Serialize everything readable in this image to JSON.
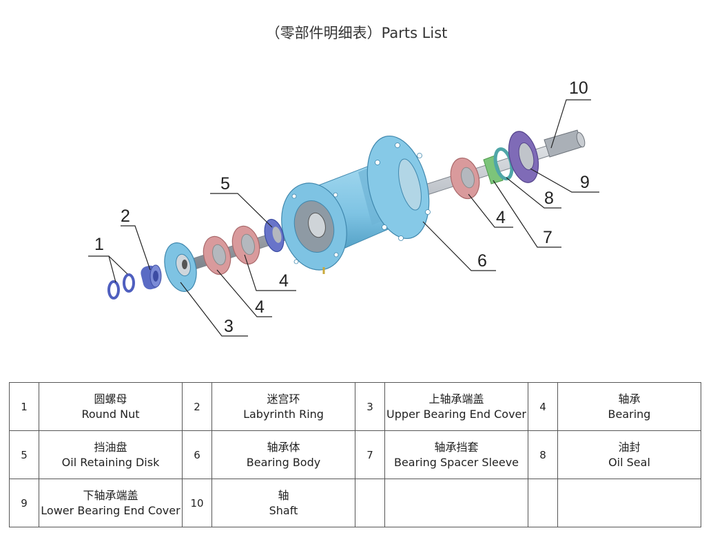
{
  "title": "（零部件明细表）Parts List",
  "callouts": [
    "1",
    "2",
    "3",
    "4",
    "4",
    "5",
    "6",
    "7",
    "8",
    "9",
    "10"
  ],
  "colors": {
    "body_blue": "#7ec3e3",
    "shaft_gray": "#b8bdc4",
    "bearing_pink": "#d99a9c",
    "cover_purple": "#7f6bb7",
    "nut_blue": "#5a6bc4",
    "sleeve_green": "#7cc47a",
    "seal_teal": "#4fa6a8"
  },
  "parts": [
    {
      "no": "1",
      "zh": "圆螺母",
      "en": "Round Nut"
    },
    {
      "no": "2",
      "zh": "迷宫环",
      "en": "Labyrinth Ring"
    },
    {
      "no": "3",
      "zh": "上轴承端盖",
      "en": "Upper Bearing End Cover"
    },
    {
      "no": "4",
      "zh": "轴承",
      "en": "Bearing"
    },
    {
      "no": "5",
      "zh": "挡油盘",
      "en": "Oil Retaining Disk"
    },
    {
      "no": "6",
      "zh": "轴承体",
      "en": "Bearing Body"
    },
    {
      "no": "7",
      "zh": "轴承挡套",
      "en": "Bearing Spacer Sleeve"
    },
    {
      "no": "8",
      "zh": "油封",
      "en": "Oil Seal"
    },
    {
      "no": "9",
      "zh": "下轴承端盖",
      "en": "Lower Bearing End Cover"
    },
    {
      "no": "10",
      "zh": "轴",
      "en": "Shaft"
    },
    {
      "no": "",
      "zh": "",
      "en": ""
    },
    {
      "no": "",
      "zh": "",
      "en": ""
    }
  ]
}
